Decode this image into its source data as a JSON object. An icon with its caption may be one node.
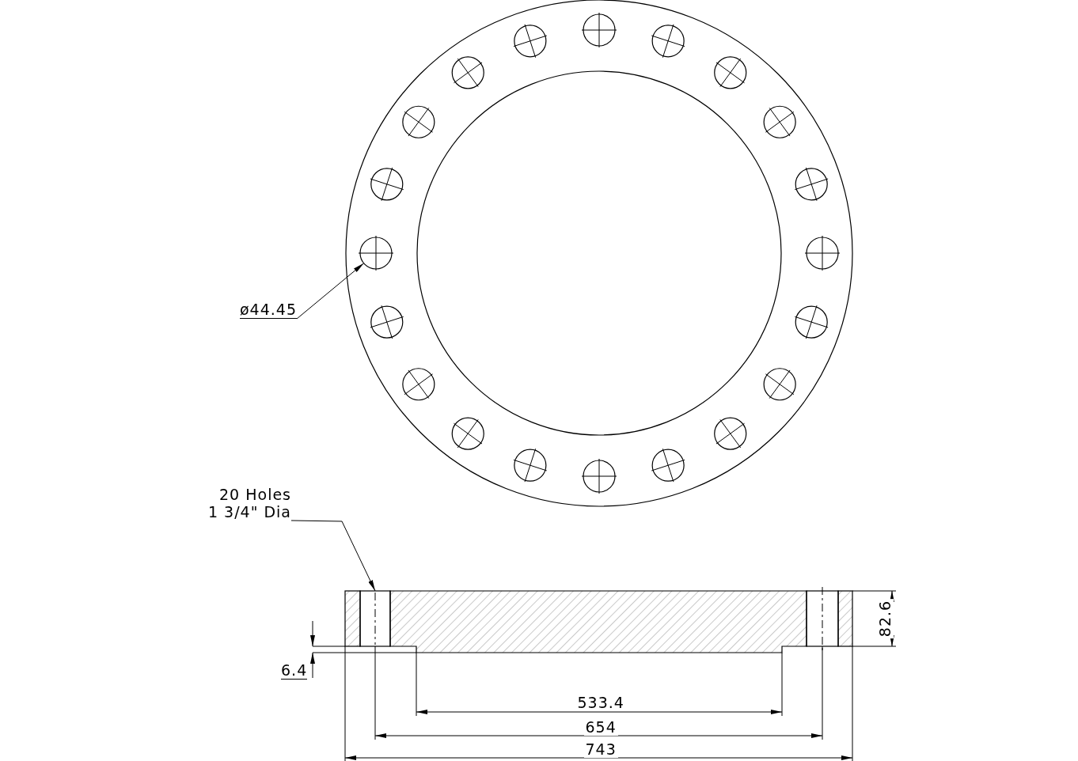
{
  "diagram": {
    "nodes": [
      {
        "text": [
          "ø44.45"
        ]
      },
      {
        "text": [],
        "shape": "circle"
      },
      {
        "text": [
          "20 Holes 1 3/4\" Dia"
        ]
      },
      {
        "text": [],
        "shape": "box"
      }
    ],
    "edges": [
      {
        "from": 0,
        "to": 1,
        "arrow": "to"
      },
      {
        "from": 2,
        "to": 3,
        "arrow": "to"
      }
    ],
    "labels": [
      "82.6",
      "6.4",
      "533.4",
      "654",
      "743"
    ]
  }
}
